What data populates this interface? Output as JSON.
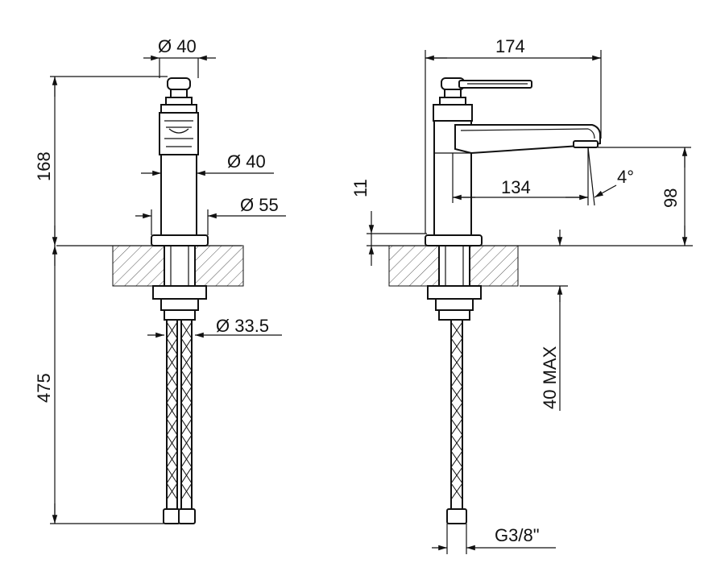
{
  "diagram": {
    "front_view": {
      "top_diameter": "Ø 40",
      "body_diameter": "Ø 40",
      "base_diameter": "Ø 55",
      "shank_diameter": "Ø 33.5",
      "height_above_deck": "168",
      "hose_length": "475"
    },
    "side_view": {
      "overall_depth": "174",
      "spout_reach": "134",
      "spout_angle": "4°",
      "spout_height": "98",
      "base_height": "11",
      "deck_thickness": "40 MAX",
      "connection": "G3/8\""
    }
  }
}
